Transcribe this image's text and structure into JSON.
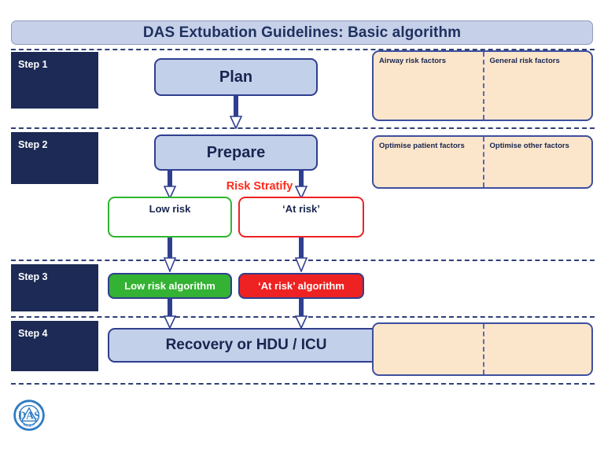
{
  "header": {
    "title": "DAS Extubation Guidelines: Basic algorithm"
  },
  "colors": {
    "navy": "#1c2a55",
    "box_blue_fill": "#c3d0ea",
    "box_blue_border": "#2f3f8f",
    "beige_fill": "#fbe6cc",
    "green": "#34b233",
    "red": "#ee2222",
    "risk_stratify_red": "#ff2a1a",
    "title_fill": "#c6d0e8",
    "arrow": "#2f3f8f"
  },
  "steps": [
    {
      "label": "Step 1"
    },
    {
      "label": "Step 2"
    },
    {
      "label": "Step 3"
    },
    {
      "label": "Step 4"
    }
  ],
  "flow": {
    "plan": "Plan",
    "prepare": "Prepare",
    "risk_stratify": "Risk Stratify",
    "low_risk": "Low risk",
    "at_risk": "‘At risk’",
    "low_risk_algorithm": "Low risk algorithm",
    "at_risk_algorithm": "‘At risk’ algorithm",
    "recovery": "Recovery or HDU / ICU"
  },
  "panels": {
    "step1": {
      "left_column": "Airway risk factors",
      "right_column": "General risk factors"
    },
    "step2": {
      "left_column": "Optimise patient factors",
      "right_column": "Optimise other factors"
    },
    "step4": {
      "left_column": "",
      "right_column": ""
    }
  },
  "logo": {
    "center_text": "DAS",
    "ring_text": "DIFFICULT AIRWAY SOCIETY"
  }
}
